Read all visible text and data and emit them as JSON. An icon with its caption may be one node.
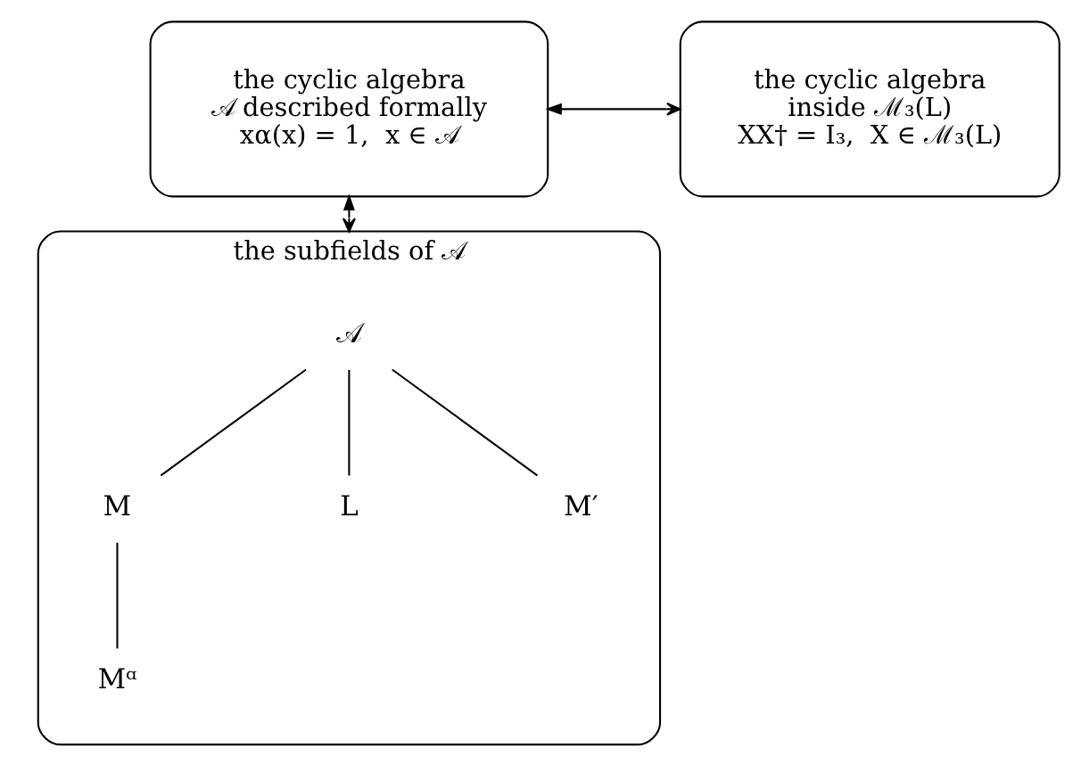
{
  "diagram": {
    "nodes": [
      {
        "text": [
          "the cyclic algebra",
          "𝒜 described formally",
          "xα(x) = 1,  x ∈ 𝒜"
        ]
      },
      {
        "text": [
          "the cyclic algebra",
          "inside ℳ₃(L)",
          "XX† = I₃,  X ∈ ℳ₃(L)"
        ]
      },
      {
        "text": [
          "the subfields of 𝒜"
        ]
      },
      {
        "text": [
          "𝒜"
        ],
        "in": 2
      },
      {
        "text": [
          "M"
        ],
        "in": 2
      },
      {
        "text": [
          "L"
        ],
        "in": 2
      },
      {
        "text": [
          "M′"
        ],
        "in": 2
      },
      {
        "text": [
          "Mᵅ"
        ],
        "in": 2
      }
    ],
    "edges": [
      {
        "from": 0,
        "to": 1,
        "arrow": "both"
      },
      {
        "from": 0,
        "to": 2,
        "arrow": "both"
      },
      {
        "from": 3,
        "to": 4,
        "arrow": "none"
      },
      {
        "from": 3,
        "to": 5,
        "arrow": "none"
      },
      {
        "from": 3,
        "to": 6,
        "arrow": "none"
      },
      {
        "from": 4,
        "to": 7,
        "arrow": "none"
      }
    ]
  }
}
